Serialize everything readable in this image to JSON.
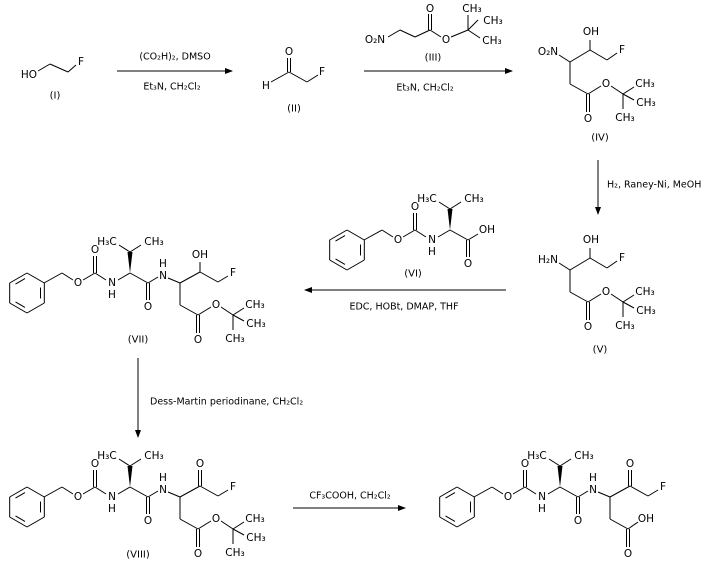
{
  "reagents": {
    "step1_above": "(CO₂H)₂, DMSO",
    "step1_below": "Et₃N, CH₂Cl₂",
    "step2_below": "Et₃N, CH₂Cl₂",
    "step3": "H₂, Raney-Ni, MeOH",
    "step4": "EDC, HOBt, DMAP, THF",
    "step5": "Dess-Martin periodinane, CH₂Cl₂",
    "step6": "CF₃COOH, CH₂Cl₂"
  },
  "compounds": {
    "c1": "(I)",
    "c2": "(II)",
    "c3": "(III)",
    "c4": "(IV)",
    "c5": "(V)",
    "c6": "(VI)",
    "c7": "(VII)",
    "c8": "(VIII)"
  },
  "atoms": {
    "O": "O",
    "N": "N",
    "H": "H",
    "OH": "OH",
    "HO": "HO",
    "F": "F",
    "CH3": "CH₃",
    "H3C": "H₃C",
    "O2N": "O₂N",
    "H2N": "H₂N"
  }
}
